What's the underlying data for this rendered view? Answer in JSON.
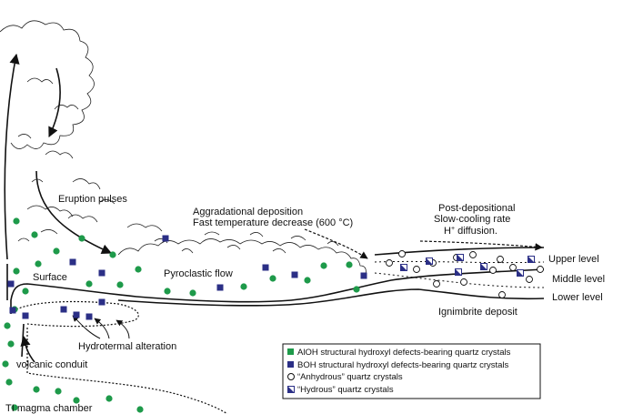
{
  "labels": {
    "eruption_pulses": "Eruption pulses",
    "aggradational_1": "Aggradational deposition",
    "aggradational_2": "Fast temperature decrease (600 °C)",
    "post_dep_1": "Post-depositional",
    "post_dep_2": "Slow-cooling rate",
    "post_dep_3_base": "H",
    "post_dep_3_sup": "+",
    "post_dep_3_rest": " diffusion.",
    "surface": "Surface",
    "pyroclastic_flow": "Pyroclastic flow",
    "upper_level": "Upper level",
    "middle_level": "Middle level",
    "lower_level": "Lower level",
    "ignimbrite": "Ignimbrite deposit",
    "hydrothermal": "Hydrotermal alteration",
    "volcanic_conduit": "volcanic conduit",
    "magma_chamber": "TI magma chamber"
  },
  "legend": {
    "alooh": "AlOH structural hydroxyl defects-bearing quartz crystals",
    "booh": "BOH structural hydroxyl defects-bearing quartz crystals",
    "anhydrous": "“Anhydrous” quartz crystals",
    "hydrous": "“Hydrous” quartz crystals"
  },
  "colors": {
    "alooh_green": "#1e9a4a",
    "booh_blue": "#2b2f86",
    "line": "#111111"
  }
}
